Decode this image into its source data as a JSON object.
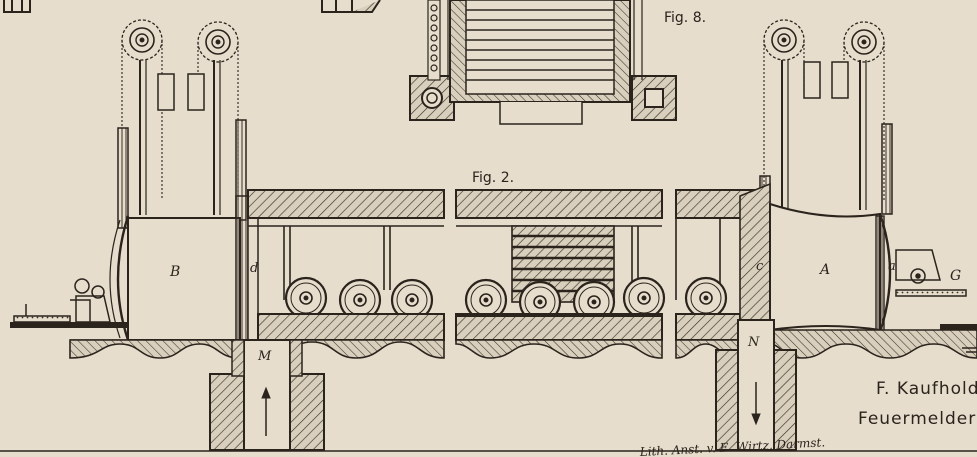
{
  "figures": {
    "fig8": "Fig. 8.",
    "fig2": "Fig. 2."
  },
  "part_labels": {
    "B": "B",
    "d": "d",
    "M": "M",
    "A": "A",
    "a": "a",
    "c": "c",
    "N": "N",
    "G": "G"
  },
  "caption_lines": [
    "F. Kaufhold",
    "Feuermelder"
  ],
  "lithographer_note": "Lith. Anst. v. E. Wirtz, Darmst."
}
